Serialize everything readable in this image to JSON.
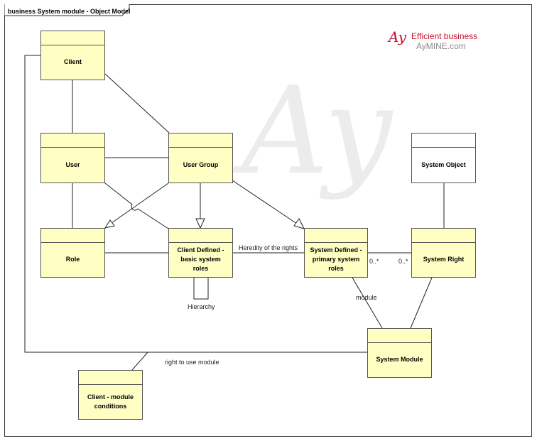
{
  "diagram": {
    "frame_title": "business System module - Object Model"
  },
  "brand": {
    "logo_text": "Ay",
    "name": "Efficient business",
    "url": "AyMINE.com",
    "watermark": "Ay",
    "accent_color": "#c8102e",
    "muted_color": "#8a8a8a"
  },
  "classes": {
    "client": "Client",
    "user": "User",
    "user_group": "User Group",
    "system_object": "System Object",
    "role": "Role",
    "client_defined_roles": "Client Defined - basic system roles",
    "system_defined_roles": "System Defined - primary system roles",
    "system_right": "System Right",
    "system_module": "System Module",
    "client_module_conditions": "Client - module conditions"
  },
  "labels": {
    "heredity": "Heredity of the rights",
    "hierarchy": "Hierarchy",
    "module": "module",
    "mult_left": "0..*",
    "mult_right": "0..*",
    "right_to_use": "right to use module"
  },
  "colors": {
    "class_fill": "#ffffc4",
    "object_fill": "#ffffff"
  }
}
